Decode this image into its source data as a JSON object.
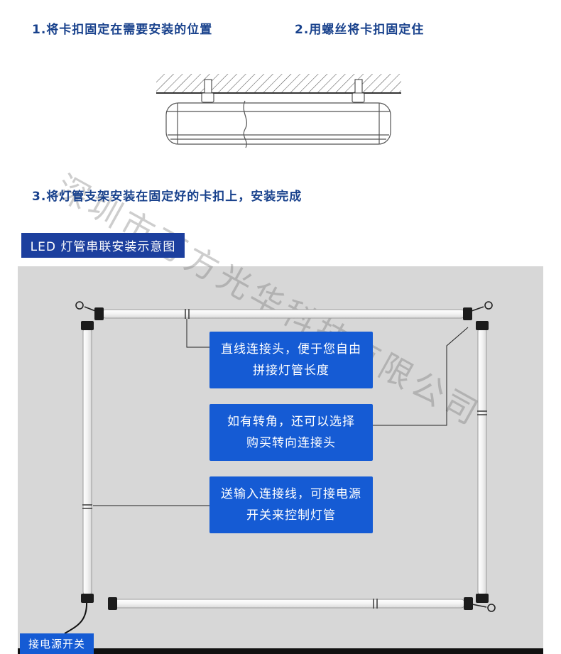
{
  "colors": {
    "step_text": "#18418c",
    "banner_bg": "#1c3f9e",
    "callout_bg": "#155bd4",
    "power_label_bg": "#155bd4",
    "diagram_bg": "#d7d7d7"
  },
  "steps": [
    {
      "text": "1.将卡扣固定在需要安装的位置"
    },
    {
      "text": "2.用螺丝将卡扣固定住"
    },
    {
      "text": "3.将灯管支架安装在固定好的卡扣上，安装完成"
    }
  ],
  "banner": "LED 灯管串联安装示意图",
  "watermark": "深圳市万方光华科技有限公司",
  "callouts": [
    {
      "line1": "直线连接头，便于您自由",
      "line2": "拼接灯管长度"
    },
    {
      "line1": "如有转角，还可以选择",
      "line2": "购买转向连接头"
    },
    {
      "line1": "送输入连接线，可接电源",
      "line2": "开关来控制灯管"
    }
  ],
  "power_label": "接电源开关"
}
